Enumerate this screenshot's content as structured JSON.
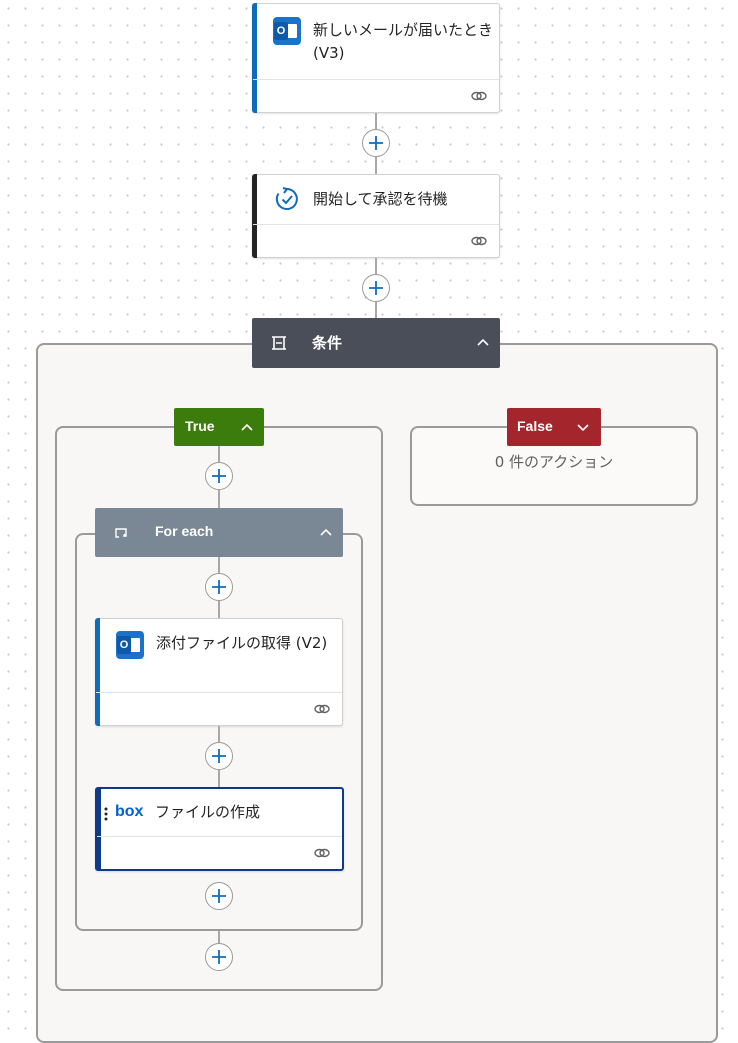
{
  "trigger": {
    "title": "新しいメールが届いたとき (V3)",
    "icon": "outlook-icon"
  },
  "approval": {
    "title": "開始して承認を待機",
    "icon": "approval-icon"
  },
  "condition": {
    "title": "条件",
    "icon": "condition-icon"
  },
  "branches": {
    "true_label": "True",
    "false_label": "False",
    "false_empty_text": "0 件のアクション"
  },
  "foreach": {
    "title": "For each",
    "icon": "loop-icon"
  },
  "get_attachment": {
    "title": "添付ファイルの取得 (V2)",
    "icon": "outlook-icon"
  },
  "create_file": {
    "title": "ファイルの作成",
    "icon_label": "box"
  },
  "colors": {
    "outlook_accent": "#0f6cbd",
    "approval_accent": "#242424",
    "condition_header": "#4a4e58",
    "true_badge": "#3c7c0c",
    "false_badge": "#a4262c",
    "foreach_header": "#7a8794",
    "box_blue": "#0061d5"
  }
}
